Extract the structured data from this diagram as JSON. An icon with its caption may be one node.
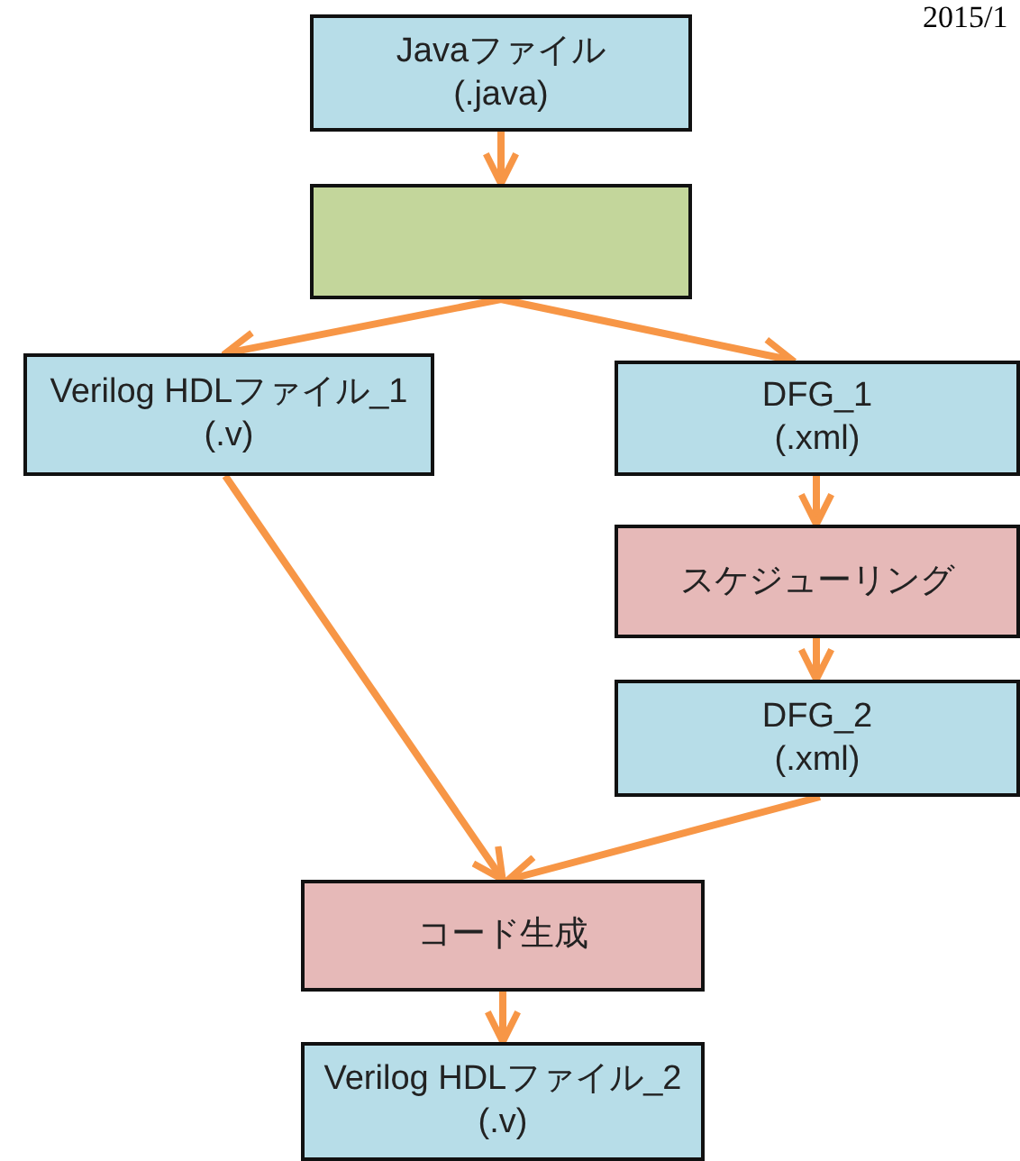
{
  "diagram": {
    "nodes": [
      {
        "text": [
          "Javaファイル",
          "(.java)"
        ]
      },
      {
        "text": [],
        "shape": "box"
      },
      {
        "text": [
          "Verilog HDLファイル_1",
          "(.v)"
        ]
      },
      {
        "text": [
          "DFG_1",
          "(.xml)"
        ]
      },
      {
        "text": [
          "スケジューリング"
        ]
      },
      {
        "text": [
          "DFG_2",
          "(.xml)"
        ]
      },
      {
        "text": [
          "コード生成"
        ]
      },
      {
        "text": [
          "Verilog HDLファイル_2",
          "(.v)"
        ]
      }
    ],
    "edges": [
      {
        "from": 0,
        "to": 1,
        "arrow": "to"
      },
      {
        "from": 1,
        "to": 2,
        "arrow": "to"
      },
      {
        "from": 1,
        "to": 3,
        "arrow": "to"
      },
      {
        "from": 3,
        "to": 4,
        "arrow": "to"
      },
      {
        "from": 4,
        "to": 5,
        "arrow": "to"
      },
      {
        "from": 2,
        "to": 6,
        "arrow": "to"
      },
      {
        "from": 5,
        "to": 6,
        "arrow": "to"
      },
      {
        "from": 6,
        "to": 7,
        "arrow": "to"
      }
    ],
    "labels": [
      "2015/1"
    ]
  }
}
